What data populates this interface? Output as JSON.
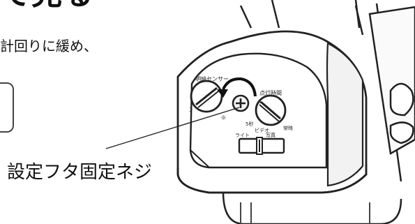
{
  "heading_fragment": "で見る",
  "instruction_fragment": "計回りに緩め、",
  "callout_label": "設定フタ固定ネジ",
  "panel": {
    "brightness_label": "明暗センサー",
    "brightness_night_symbol": "☽",
    "brightness_day_symbol": "☼",
    "time_label": "点灯時間",
    "time_short": "5秒",
    "time_long": "常時",
    "time_tick": "1",
    "mode_light": "ライト",
    "mode_video": "ビデオ",
    "mode_photo": "写真"
  }
}
